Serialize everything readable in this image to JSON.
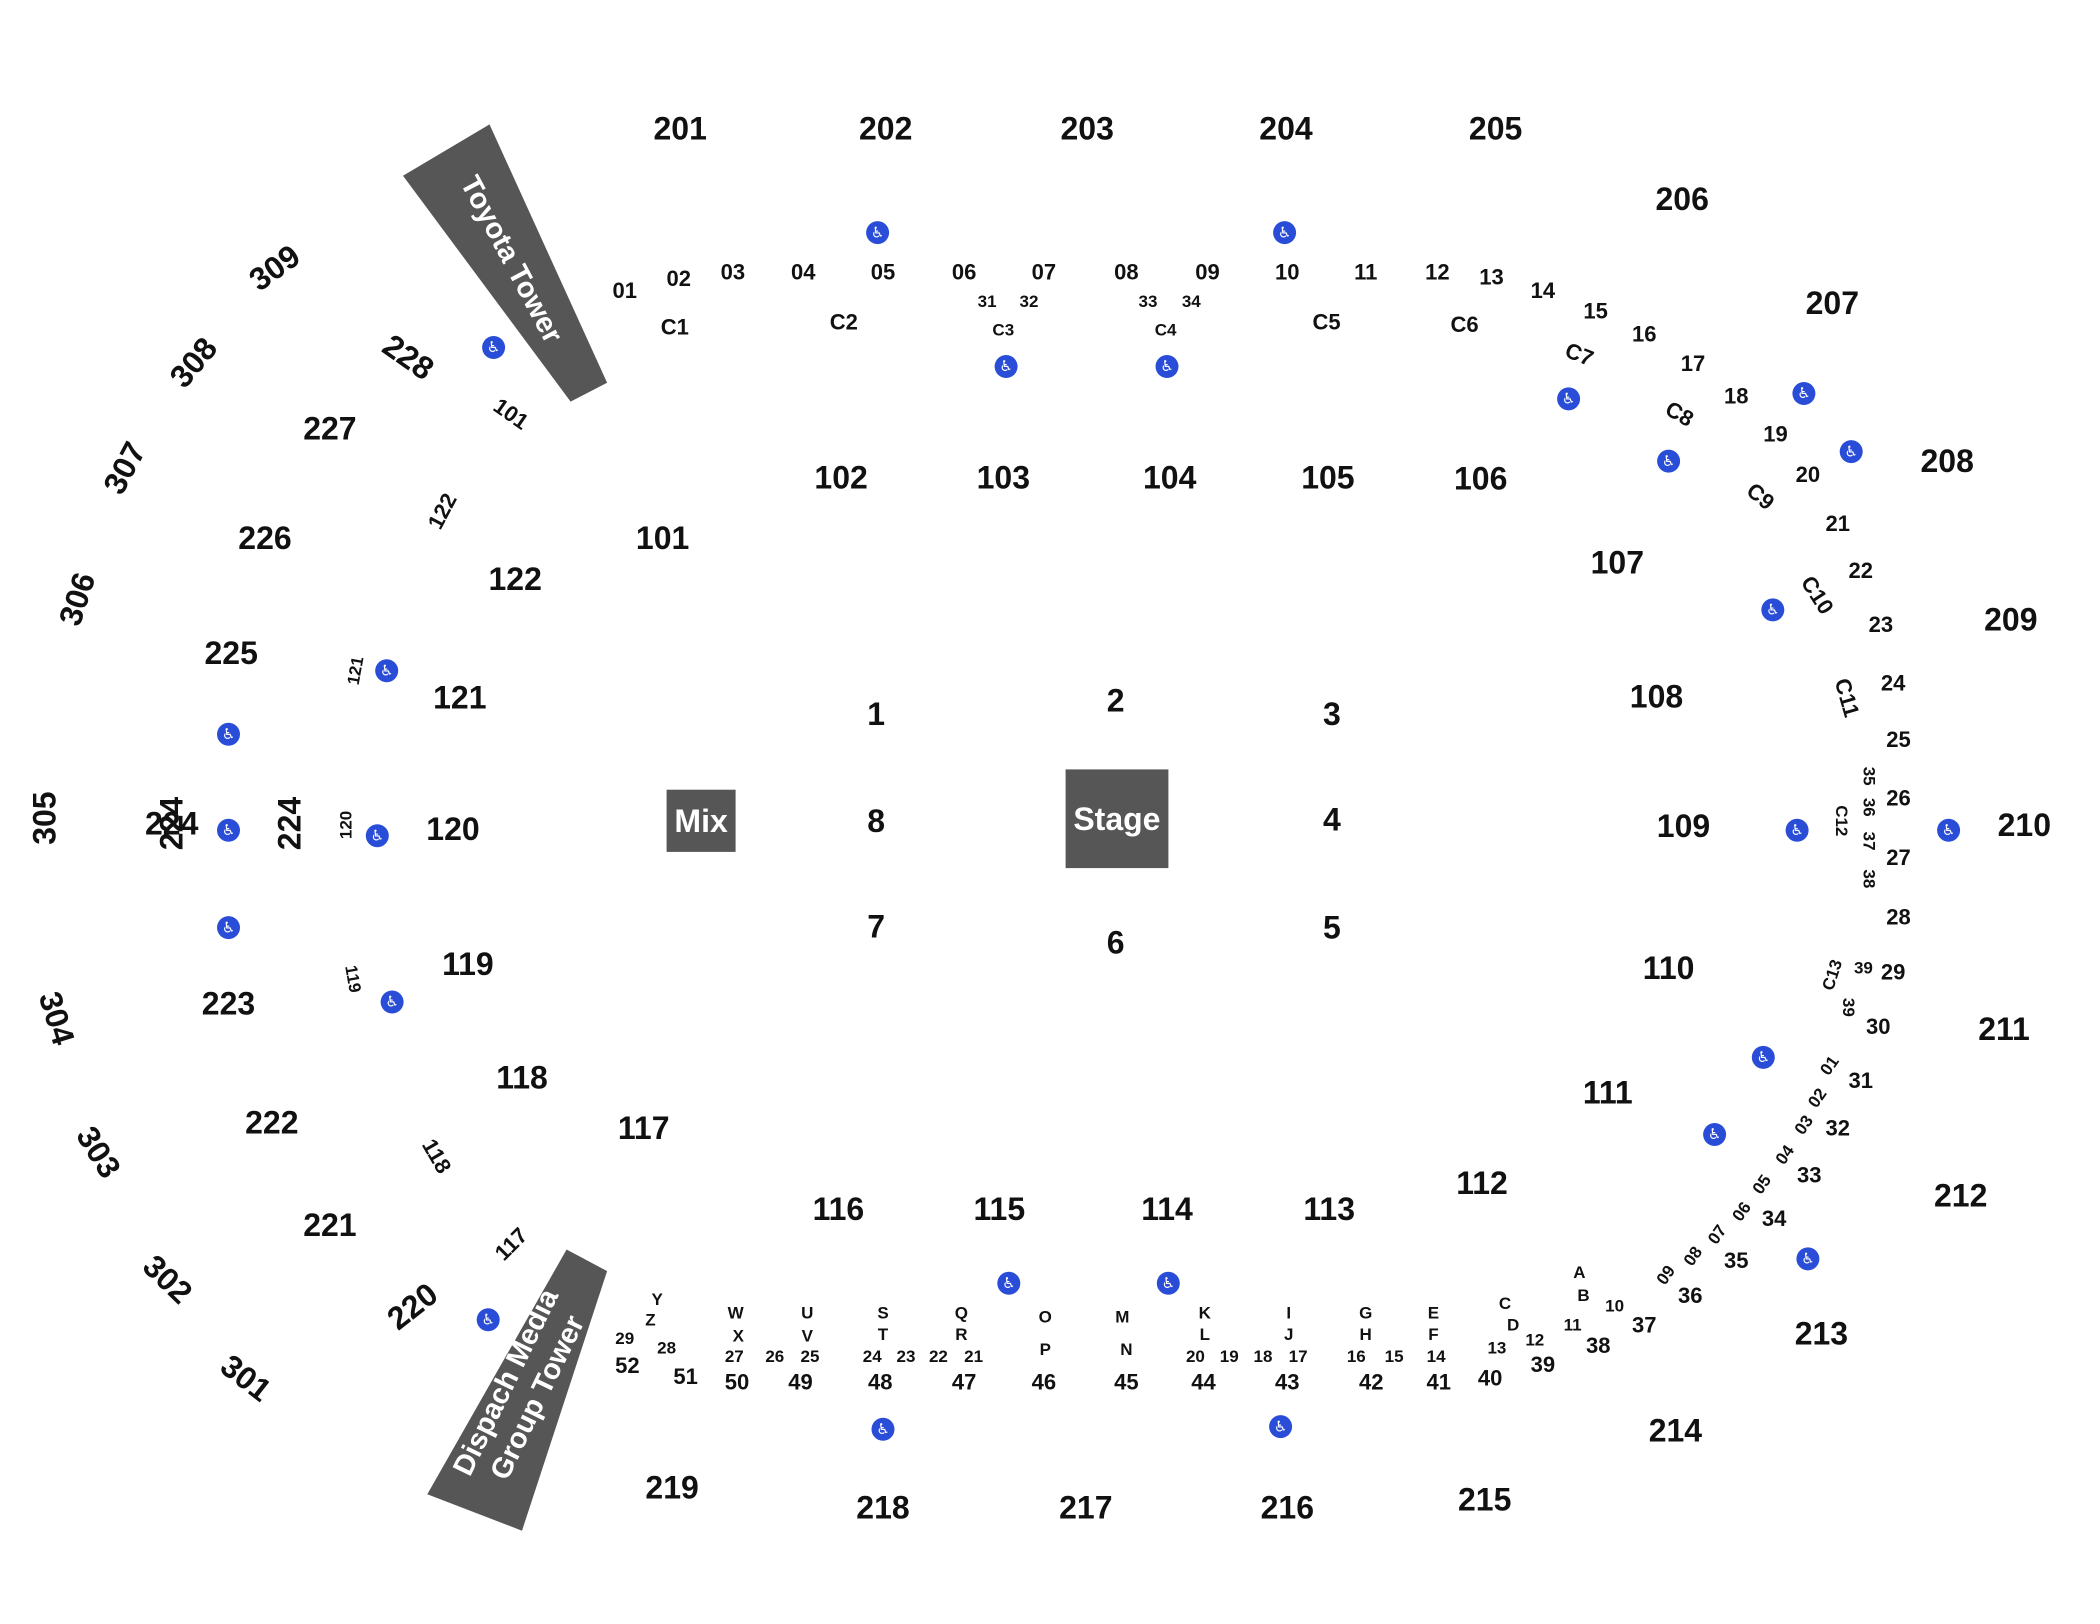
{
  "map": {
    "colors": {
      "text": "#111111",
      "block": "#565656",
      "block_text": "#ffffff",
      "accessible": "#2a4dd8"
    },
    "icons": {
      "accessible": "wheelchair-icon"
    },
    "blocks": {
      "stage": "Stage",
      "mix": "Mix"
    },
    "towers": {
      "north": "Toyota Tower",
      "south_line1": "Dispach Media",
      "south_line2": "Group Tower"
    },
    "floor_sections": [
      "1",
      "2",
      "3",
      "4",
      "5",
      "6",
      "7",
      "8"
    ],
    "lower_sections": [
      "101",
      "102",
      "103",
      "104",
      "105",
      "106",
      "107",
      "108",
      "109",
      "110",
      "111",
      "112",
      "113",
      "114",
      "115",
      "116",
      "117",
      "118",
      "119",
      "120",
      "121",
      "122"
    ],
    "mid_sections": [
      "201",
      "202",
      "203",
      "204",
      "205",
      "206",
      "207",
      "208",
      "209",
      "210",
      "211",
      "212",
      "213",
      "214",
      "215",
      "216",
      "217",
      "218",
      "219",
      "220",
      "221",
      "222",
      "223",
      "224",
      "225",
      "226",
      "227",
      "228"
    ],
    "upper_sections": [
      "301",
      "302",
      "303",
      "304",
      "305",
      "306",
      "307",
      "308",
      "309"
    ],
    "club_sections": [
      "C1",
      "C2",
      "C3",
      "C4",
      "C5",
      "C6",
      "C7",
      "C8",
      "C9",
      "C10",
      "C11",
      "C12",
      "C13"
    ],
    "suite_numbers_north": [
      "01",
      "02",
      "03",
      "04",
      "05",
      "06",
      "07",
      "08",
      "09",
      "10",
      "11",
      "12",
      "13",
      "14",
      "15",
      "16",
      "17",
      "18",
      "19",
      "20",
      "21",
      "22",
      "23",
      "24",
      "25",
      "26",
      "27",
      "28",
      "29",
      "30",
      "31",
      "32",
      "33",
      "34",
      "35",
      "36",
      "37",
      "38",
      "39"
    ],
    "suite_numbers_south": [
      "01",
      "02",
      "03",
      "04",
      "05",
      "06",
      "07",
      "08",
      "09",
      "10",
      "11",
      "12",
      "13",
      "14",
      "15",
      "16",
      "17",
      "18",
      "19",
      "20",
      "21",
      "22",
      "23",
      "24",
      "25",
      "26",
      "27",
      "28",
      "29",
      "30",
      "31",
      "32",
      "33",
      "34",
      "35",
      "36",
      "37",
      "38",
      "39",
      "40",
      "41",
      "42",
      "43",
      "44",
      "45",
      "46",
      "47",
      "48",
      "49",
      "50",
      "51",
      "52"
    ],
    "suite_letters": [
      "A",
      "B",
      "C",
      "D",
      "E",
      "F",
      "G",
      "H",
      "I",
      "J",
      "K",
      "L",
      "M",
      "N",
      "O",
      "P",
      "Q",
      "R",
      "S",
      "T",
      "U",
      "V",
      "W",
      "X",
      "Y",
      "Z"
    ],
    "rotated_lower": {
      "r101": "101",
      "r122": "122",
      "r121": "121",
      "r120": "120",
      "r119": "119",
      "r118": "118",
      "r117": "117"
    },
    "rotated_mid": {
      "r224a": "224",
      "r224b": "224"
    }
  }
}
